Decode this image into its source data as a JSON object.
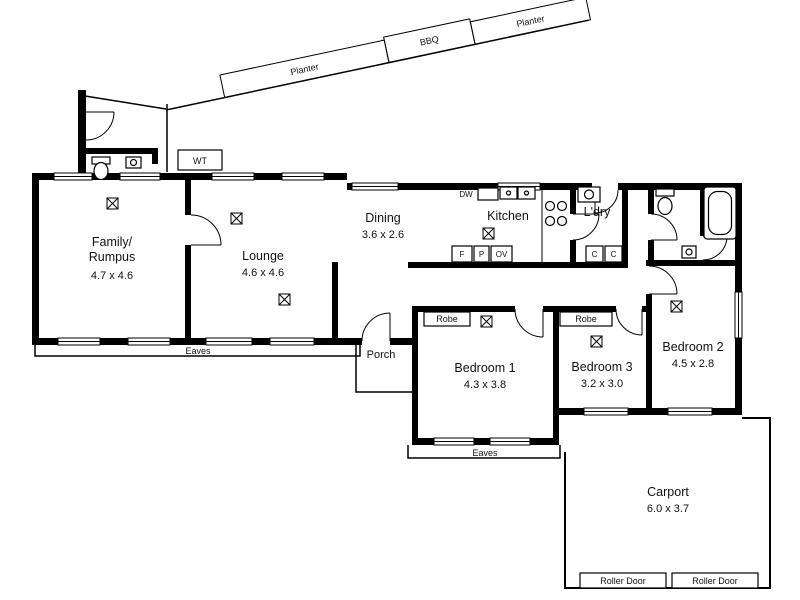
{
  "plan": {
    "rooms": {
      "family": {
        "name_line1": "Family/",
        "name_line2": "Rumpus",
        "dims": "4.7 x 4.6"
      },
      "lounge": {
        "name": "Lounge",
        "dims": "4.6 x 4.6"
      },
      "dining": {
        "name": "Dining",
        "dims": "3.6 x 2.6"
      },
      "kitchen": {
        "name": "Kitchen"
      },
      "laundry": {
        "name": "L'dry"
      },
      "bedroom1": {
        "name": "Bedroom 1",
        "dims": "4.3 x 3.8"
      },
      "bedroom2": {
        "name": "Bedroom 2",
        "dims": "4.5 x 2.8"
      },
      "bedroom3": {
        "name": "Bedroom 3",
        "dims": "3.2 x 3.0"
      },
      "porch": {
        "name": "Porch"
      },
      "carport": {
        "name": "Carport",
        "dims": "6.0 x 3.7"
      }
    },
    "outdoor": {
      "planter_left": "Planter",
      "bbq": "BBQ",
      "planter_right": "Planter",
      "water_tank": "WT"
    },
    "annotations": {
      "eaves_main": "Eaves",
      "eaves_bedroom1": "Eaves",
      "robe_bedroom1": "Robe",
      "robe_bedroom3": "Robe"
    },
    "appliances": {
      "dishwasher": "DW",
      "fridge": "F",
      "pantry": "P",
      "oven": "OV",
      "cupboard_a": "C",
      "cupboard_b": "C"
    },
    "carport_doors": {
      "left": "Roller Door",
      "right": "Roller Door"
    },
    "colors": {
      "wall": "#000000",
      "background": "#ffffff",
      "text": "#111111"
    }
  }
}
